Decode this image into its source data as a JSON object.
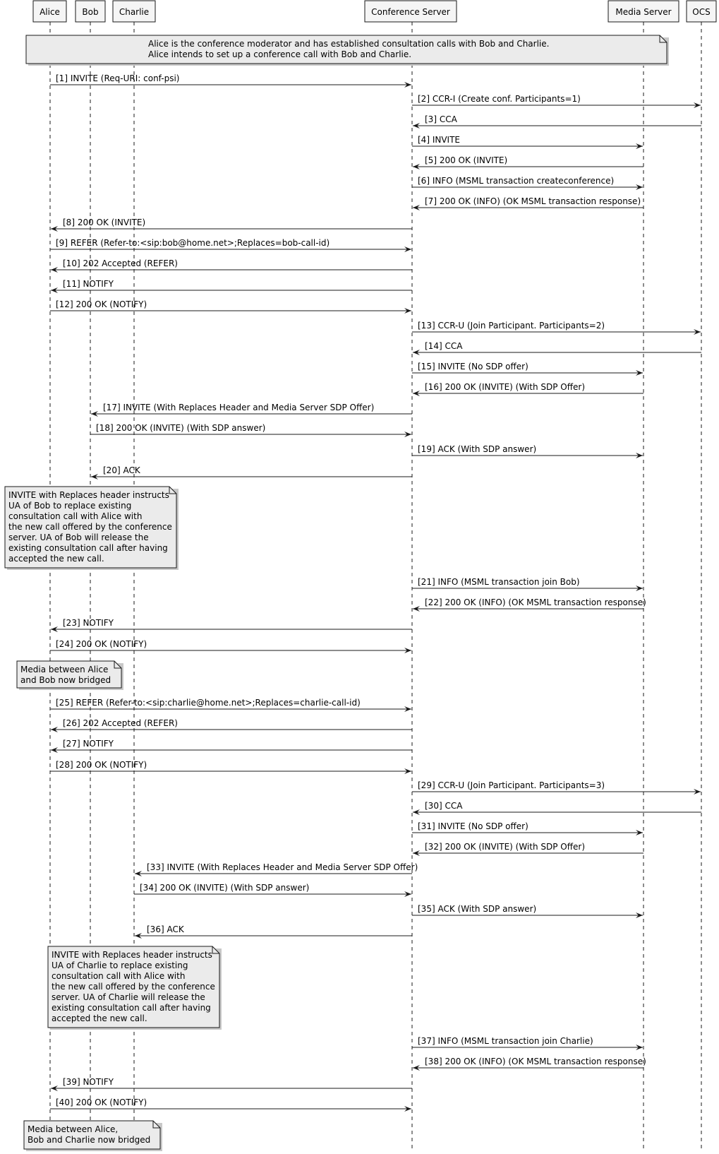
{
  "participants": [
    {
      "id": "alice",
      "label": "Alice"
    },
    {
      "id": "bob",
      "label": "Bob"
    },
    {
      "id": "charlie",
      "label": "Charlie"
    },
    {
      "id": "conf",
      "label": "Conference Server"
    },
    {
      "id": "media",
      "label": "Media Server"
    },
    {
      "id": "ocs",
      "label": "OCS"
    }
  ],
  "notes": [
    {
      "id": "note-intro",
      "lines": [
        "Alice is the conference moderator and has established consultation calls with Bob and Charlie.",
        "Alice intends to set up a conference call with Bob and Charlie."
      ]
    },
    {
      "id": "note-bob-replaces",
      "lines": [
        "INVITE with Replaces header instructs",
        "UA of Bob to replace existing",
        "consultation call with Alice with",
        "the new call offered by the conference",
        "server. UA of Bob will release the",
        "existing consultation call after having",
        "accepted the new call."
      ]
    },
    {
      "id": "note-alice-bob-bridged",
      "lines": [
        "Media between Alice",
        "and Bob now bridged"
      ]
    },
    {
      "id": "note-charlie-replaces",
      "lines": [
        "INVITE with Replaces header instructs",
        "UA of Charlie to replace existing",
        "consultation call with Alice with",
        "the new call offered by the conference",
        "server. UA of Charlie will release the",
        "existing consultation call after having",
        "accepted the new call."
      ]
    },
    {
      "id": "note-all-bridged",
      "lines": [
        "Media between Alice,",
        "Bob and Charlie now bridged"
      ]
    }
  ],
  "messages": [
    {
      "from": "alice",
      "to": "conf",
      "label": "[1] INVITE (Req-URI: conf-psi)"
    },
    {
      "from": "conf",
      "to": "ocs",
      "label": "[2] CCR-I (Create conf. Participants=1)"
    },
    {
      "from": "ocs",
      "to": "conf",
      "label": "[3] CCA"
    },
    {
      "from": "conf",
      "to": "media",
      "label": "[4] INVITE"
    },
    {
      "from": "media",
      "to": "conf",
      "label": "[5] 200 OK (INVITE)"
    },
    {
      "from": "conf",
      "to": "media",
      "label": "[6] INFO (MSML transaction createconference)"
    },
    {
      "from": "media",
      "to": "conf",
      "label": "[7] 200 OK (INFO) (OK MSML transaction response)"
    },
    {
      "from": "conf",
      "to": "alice",
      "label": "[8] 200 OK (INVITE)"
    },
    {
      "from": "alice",
      "to": "conf",
      "label": "[9] REFER (Refer-to:<sip:bob@home.net>;Replaces=bob-call-id)"
    },
    {
      "from": "conf",
      "to": "alice",
      "label": "[10] 202 Accepted (REFER)"
    },
    {
      "from": "conf",
      "to": "alice",
      "label": "[11] NOTIFY"
    },
    {
      "from": "alice",
      "to": "conf",
      "label": "[12] 200 OK (NOTIFY)"
    },
    {
      "from": "conf",
      "to": "ocs",
      "label": "[13] CCR-U (Join Participant. Participants=2)"
    },
    {
      "from": "ocs",
      "to": "conf",
      "label": "[14] CCA"
    },
    {
      "from": "conf",
      "to": "media",
      "label": "[15] INVITE (No SDP offer)"
    },
    {
      "from": "media",
      "to": "conf",
      "label": "[16] 200 OK (INVITE) (With SDP Offer)"
    },
    {
      "from": "conf",
      "to": "bob",
      "label": "[17] INVITE (With Replaces Header and Media Server SDP Offer)"
    },
    {
      "from": "bob",
      "to": "conf",
      "label": "[18] 200 OK (INVITE) (With SDP answer)"
    },
    {
      "from": "conf",
      "to": "media",
      "label": "[19] ACK (With SDP answer)"
    },
    {
      "from": "conf",
      "to": "bob",
      "label": "[20] ACK"
    },
    {
      "from": "conf",
      "to": "media",
      "label": "[21] INFO (MSML transaction join Bob)"
    },
    {
      "from": "media",
      "to": "conf",
      "label": "[22] 200 OK (INFO) (OK MSML transaction response)"
    },
    {
      "from": "conf",
      "to": "alice",
      "label": "[23] NOTIFY"
    },
    {
      "from": "alice",
      "to": "conf",
      "label": "[24] 200 OK (NOTIFY)"
    },
    {
      "from": "alice",
      "to": "conf",
      "label": "[25] REFER (Refer-to:<sip:charlie@home.net>;Replaces=charlie-call-id)"
    },
    {
      "from": "conf",
      "to": "alice",
      "label": "[26] 202 Accepted (REFER)"
    },
    {
      "from": "conf",
      "to": "alice",
      "label": "[27] NOTIFY"
    },
    {
      "from": "alice",
      "to": "conf",
      "label": "[28] 200 OK (NOTIFY)"
    },
    {
      "from": "conf",
      "to": "ocs",
      "label": "[29] CCR-U (Join Participant. Participants=3)"
    },
    {
      "from": "ocs",
      "to": "conf",
      "label": "[30] CCA"
    },
    {
      "from": "conf",
      "to": "media",
      "label": "[31] INVITE (No SDP offer)"
    },
    {
      "from": "media",
      "to": "conf",
      "label": "[32] 200 OK (INVITE) (With SDP Offer)"
    },
    {
      "from": "conf",
      "to": "charlie",
      "label": "[33] INVITE (With Replaces Header and Media Server SDP Offer)"
    },
    {
      "from": "charlie",
      "to": "conf",
      "label": "[34] 200 OK (INVITE) (With SDP answer)"
    },
    {
      "from": "conf",
      "to": "media",
      "label": "[35] ACK (With SDP answer)"
    },
    {
      "from": "conf",
      "to": "charlie",
      "label": "[36] ACK"
    },
    {
      "from": "conf",
      "to": "media",
      "label": "[37] INFO (MSML transaction join Charlie)"
    },
    {
      "from": "media",
      "to": "conf",
      "label": "[38] 200 OK (INFO) (OK MSML transaction response)"
    },
    {
      "from": "conf",
      "to": "alice",
      "label": "[39] NOTIFY"
    },
    {
      "from": "alice",
      "to": "conf",
      "label": "[40] 200 OK (NOTIFY)"
    }
  ]
}
